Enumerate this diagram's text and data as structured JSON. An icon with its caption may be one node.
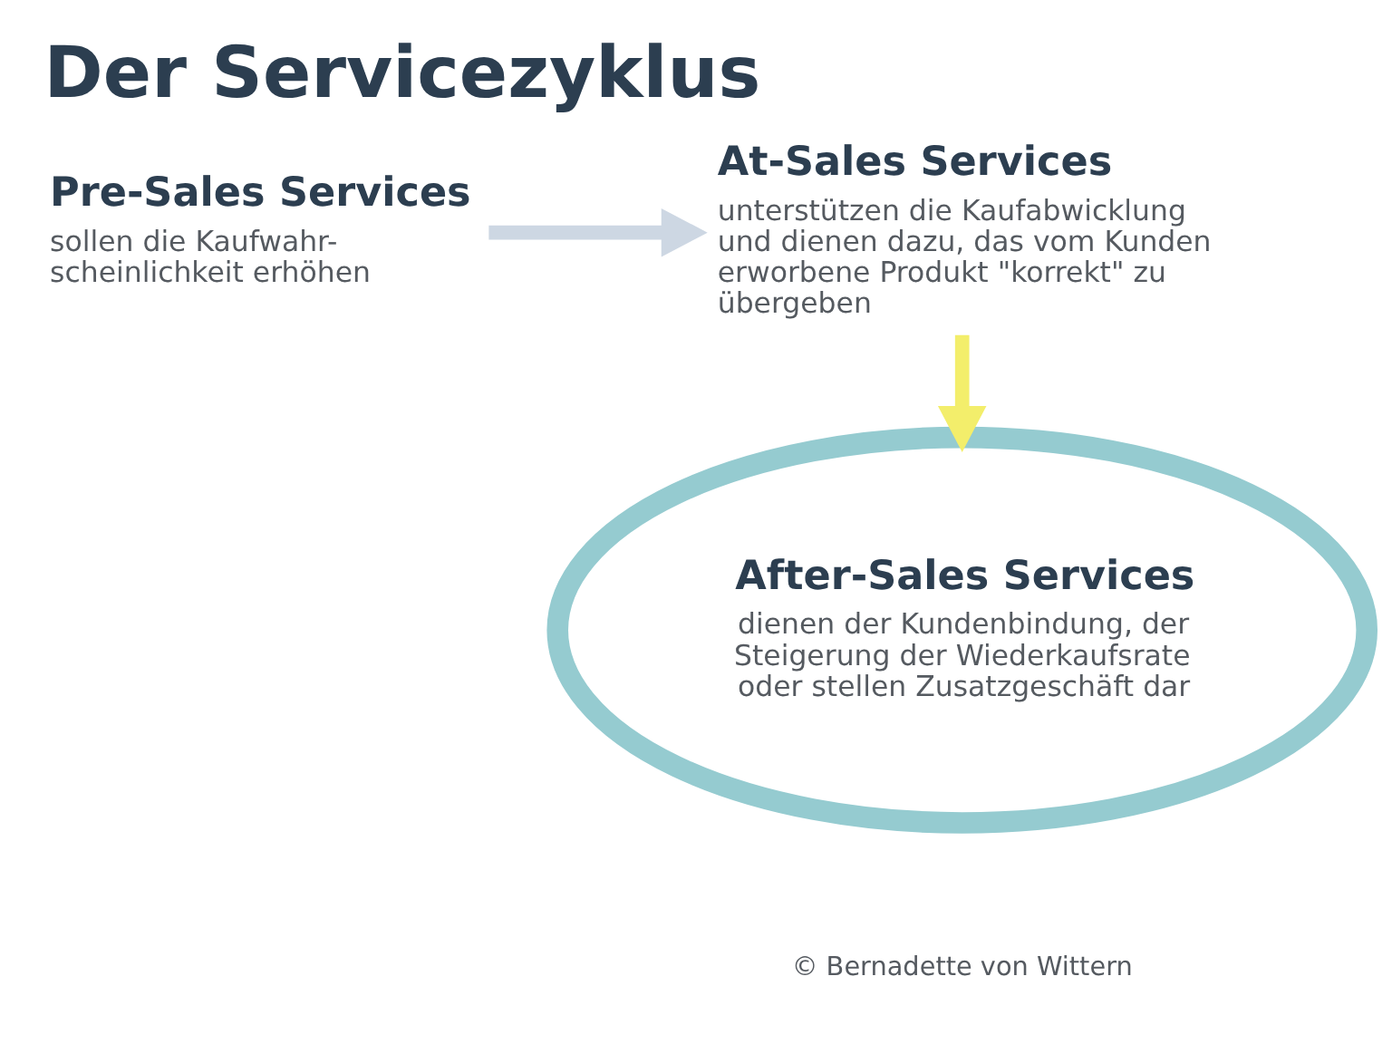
{
  "diagram": {
    "title": "Der Servicezyklus",
    "nodes": [
      {
        "text": [
          "Pre-Sales Services",
          "sollen die Kaufwahr- scheinlichkeit erhöhen"
        ]
      },
      {
        "text": [
          "At-Sales Services",
          "unterstützen die Kaufabwicklung und dienen dazu, das vom Kunden erworbene Produkt \"korrekt\" zu übergeben"
        ]
      },
      {
        "text": [
          "After-Sales Services",
          "dienen der Kundenbindung, der Steigerung der Wiederkaufsrate oder stellen Zusatzgeschäft dar"
        ]
      }
    ],
    "edges": [
      {
        "from": 0,
        "to": 1,
        "arrow": "to",
        "color": "#cdd7e3"
      },
      {
        "from": 1,
        "to": 2,
        "arrow": "to",
        "color": "#f3ee6b"
      }
    ],
    "labels": [
      "© Bernadette von Wittern"
    ]
  }
}
